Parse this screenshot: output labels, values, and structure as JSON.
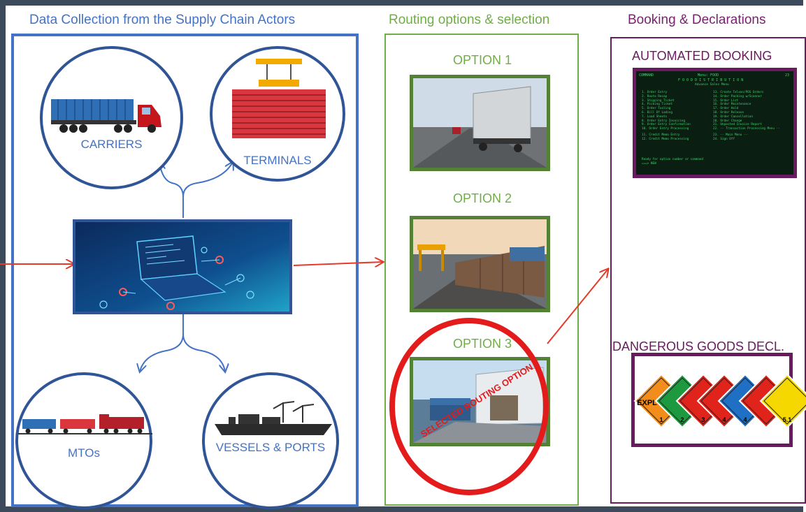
{
  "columns": {
    "collection": {
      "title": "Data Collection from the Supply Chain Actors"
    },
    "routing": {
      "title": "Routing options & selection"
    },
    "booking": {
      "title": "Booking & Declarations"
    }
  },
  "actors": {
    "carriers": "CARRIERS",
    "terminals": "TERMINALS",
    "mtos": "MTOs",
    "vessels": "VESSELS & PORTS"
  },
  "options": [
    {
      "label": "OPTION 1"
    },
    {
      "label": "OPTION 2"
    },
    {
      "label": "OPTION 3",
      "stamp": "SELECTED ROUTING OPTION"
    }
  ],
  "booking": {
    "automated": "AUTOMATED BOOKING",
    "dangerous": "DANGEROUS GOODS DECL.",
    "terminal_screen": {
      "header_left": "COMMAND",
      "header_center": "Menu: FOOD",
      "header_right": "23",
      "title": "F O O D   D I S T R I B U T I O N",
      "subtitle": "Advance Sales Menu",
      "items_left": [
        "1. Order Entry",
        "2. Route Recap",
        "3. Shipping Ticket",
        "4. Picking Ticket",
        "5. Order Tooling",
        "6. Bill Of Lading",
        "7. Load Sheets",
        "8. Order Entry Invoicing",
        "9. Order Entry Confirmation",
        "10. Order Entry Processing",
        "11. Credit Memo Entry",
        "12. Credit Memo Processing"
      ],
      "items_right": [
        "13. Create Telxon/POS Orders",
        "14. Order Packing w/Scanner",
        "15. Order List",
        "16. Order Maintenance",
        "17. Order Hold",
        "18. Order Release",
        "19. Order Cancellation",
        "20. Order Change",
        "21. Unposted Invoice Report",
        "22. -- Transaction Processing Menu --",
        "23. -- Main Menu --",
        "24. Sign Off"
      ],
      "prompt": "Ready for option number or command",
      "cursor": "===> NEW"
    },
    "hazmat_labels": [
      {
        "text": "EXPLOSIVES",
        "class": "1",
        "color": "#f28c1a"
      },
      {
        "text": "",
        "class": "2",
        "color": "#1d9a3f"
      },
      {
        "text": "",
        "class": "3",
        "color": "#e0241b"
      },
      {
        "text": "",
        "class": "4",
        "color": "#e0241b"
      },
      {
        "text": "",
        "class": "4",
        "color": "#1f6fc4"
      },
      {
        "text": "",
        "class": "",
        "color": "#e0241b"
      },
      {
        "text": "",
        "class": "5.1",
        "color": "#f5d800"
      }
    ]
  },
  "colors": {
    "collection": "#4472c4",
    "routing": "#70ad47",
    "booking": "#7b1f6e",
    "arrow": "#e53a2a",
    "selected": "#e31b1b"
  }
}
